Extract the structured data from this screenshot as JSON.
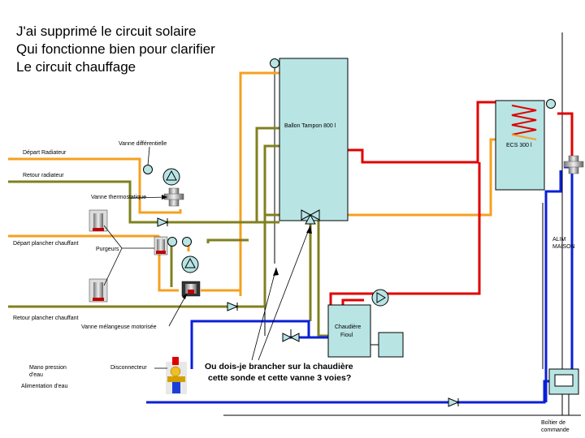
{
  "heading": {
    "line1": "J'ai supprimé le circuit solaire",
    "line2": "Qui fonctionne bien pour clarifier",
    "line3": "Le circuit chauffage"
  },
  "labels": {
    "ballon_tampon": "Ballon Tampon 800 l",
    "ecs": "ECS 300 l",
    "chaudiere_1": "Chaudière",
    "chaudiere_2": "Fioul",
    "depart_radiateur": "Départ Radiateur",
    "retour_radiateur": "Retour radiateur",
    "vanne_differentielle": "Vanne différentielle",
    "vanne_thermostatique": "Vanne thermostatique",
    "purgeurs": "Purgeurs",
    "depart_plancher": "Départ plancher chauffant",
    "retour_plancher": "Retour plancher chauffant",
    "vanne_melangeuse": "Vanne mélangeuse motorisée",
    "mano_1": "Mano pression",
    "mano_2": "d'eau",
    "alimentation_eau": "Alimentation d'eau",
    "disconnecteur": "Disconnecteur",
    "alim_maison_1": "ALIM",
    "alim_maison_2": "MAISON",
    "boitier_1": "Boîtier de",
    "boitier_2": "commande"
  },
  "question": {
    "line1": "Ou dois-je brancher sur la chaudière",
    "line2": "cette sonde et cette vanne 3 voies?"
  },
  "colors": {
    "hot": "#e00000",
    "orange": "#f5a020",
    "olive": "#808020",
    "cold": "#0a1fd8",
    "tank": "#b8e4e4"
  }
}
